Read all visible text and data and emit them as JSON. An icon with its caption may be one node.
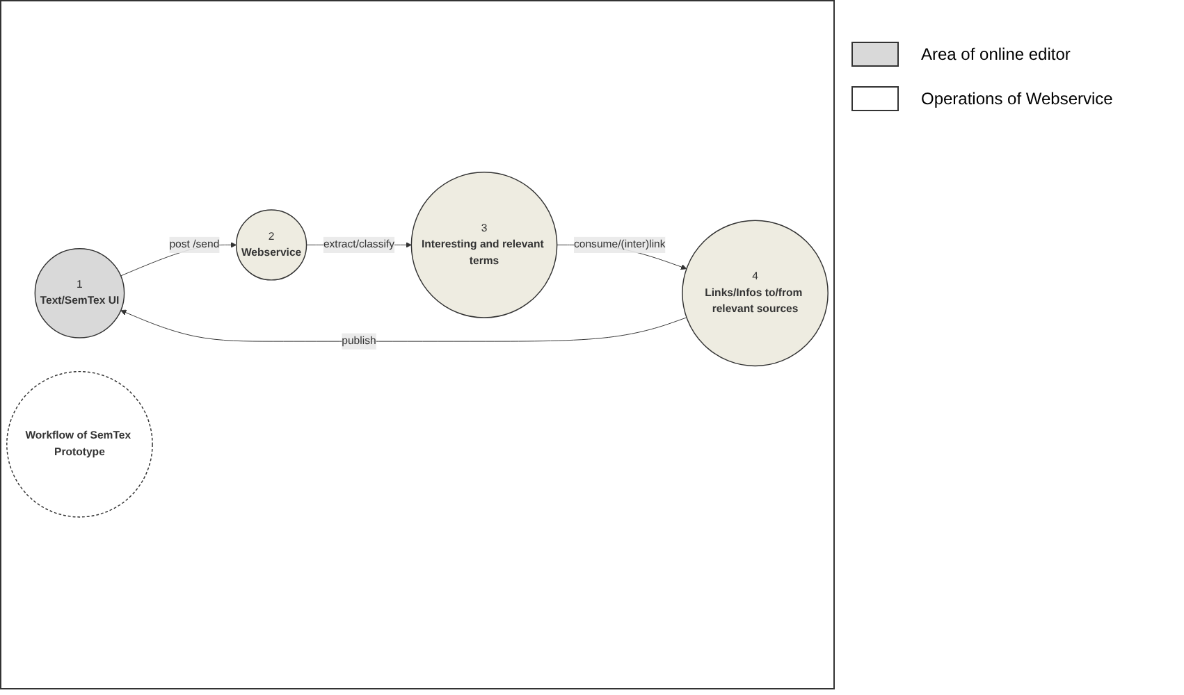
{
  "diagram": {
    "nodes": [
      {
        "text": [
          "1",
          "Text/SemTex UI"
        ]
      },
      {
        "text": [
          "2",
          "Webservice"
        ]
      },
      {
        "text": [
          "3",
          "Interesting and relevant terms"
        ]
      },
      {
        "text": [
          "4",
          "Links/Infos to/from relevant sources"
        ]
      },
      {
        "text": [
          "Workflow of SemTex Prototype"
        ]
      }
    ],
    "edges": [
      {
        "from": 0,
        "to": 1,
        "arrow": "to",
        "label": "post /send"
      },
      {
        "from": 1,
        "to": 2,
        "arrow": "to",
        "label": "extract/classify"
      },
      {
        "from": 2,
        "to": 3,
        "arrow": "to",
        "label": "consume/(inter)link"
      },
      {
        "from": 3,
        "to": 0,
        "arrow": "to",
        "label": "publish"
      }
    ],
    "legend": [
      {
        "text": "Area of online editor",
        "color": "#d9d9d9"
      },
      {
        "text": "Operations of Webservice",
        "color": "#ffffff"
      }
    ]
  }
}
